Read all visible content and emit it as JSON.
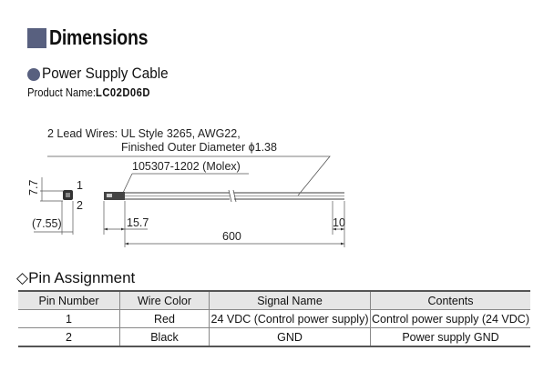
{
  "header": {
    "title": "Dimensions"
  },
  "section": {
    "title": "Power Supply Cable",
    "product_label": "Product Name:",
    "product_name": "LC02D06D"
  },
  "drawing": {
    "lead_wires": "2 Lead Wires: UL Style 3265, AWG22,",
    "diameter": "Finished Outer Diameter  ϕ1.38",
    "connector": "105307-1202 (Molex)",
    "dim_height": "7.7",
    "dim_width": "(7.55)",
    "pin1": "1",
    "pin2": "2",
    "dim_connector": "15.7",
    "dim_length": "600",
    "dim_strip": "10"
  },
  "pin_assignment": {
    "title": "◇Pin Assignment",
    "headers": [
      "Pin Number",
      "Wire Color",
      "Signal Name",
      "Contents"
    ],
    "rows": [
      [
        "1",
        "Red",
        "24 VDC (Control power supply)",
        "Control power supply  (24 VDC)"
      ],
      [
        "2",
        "Black",
        "GND",
        "Power supply GND"
      ]
    ]
  }
}
